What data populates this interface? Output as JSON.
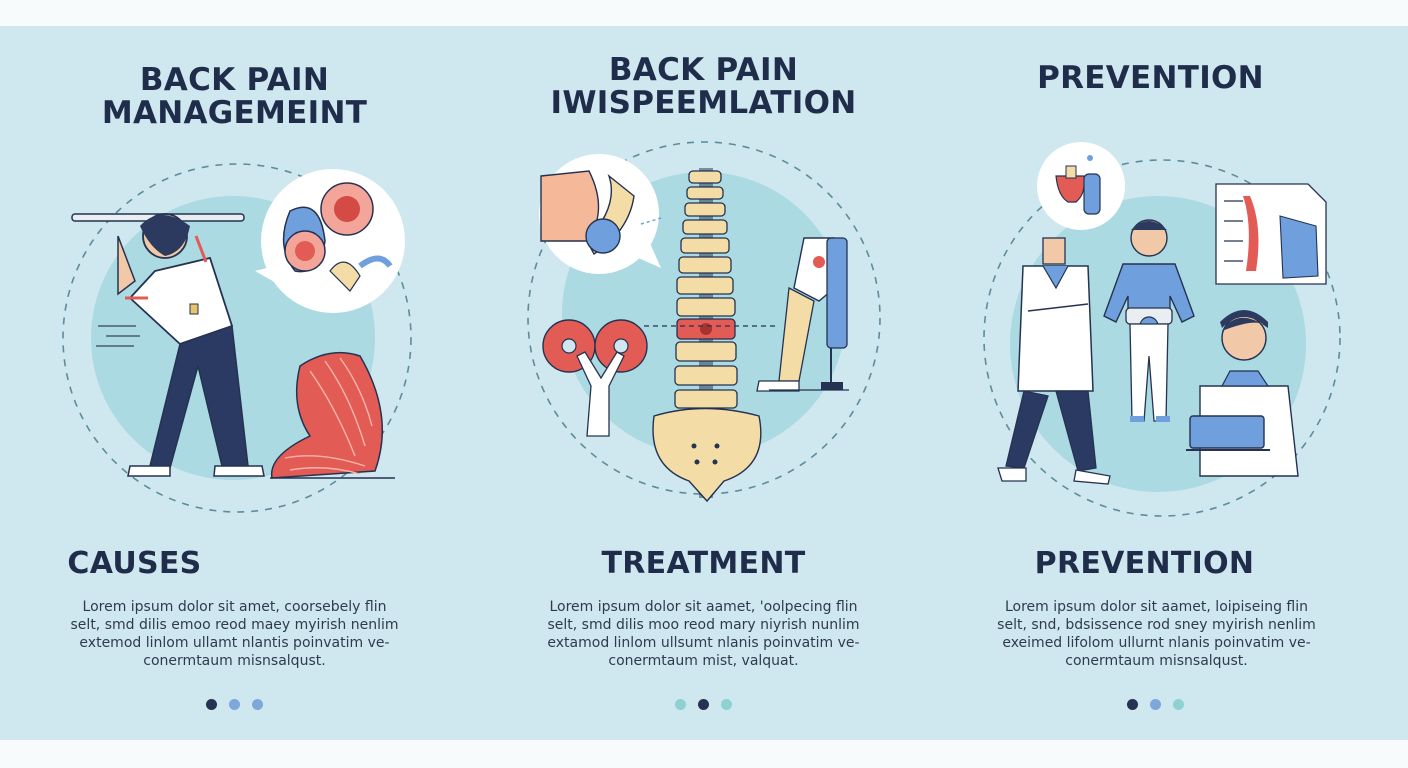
{
  "panels": [
    {
      "title_lines": [
        "BACK PAIN",
        "MANAGEMEINT"
      ],
      "section_title": "CAUSES",
      "body_lines": [
        "Lorem ipsum dolor sit amet, coorsebely flin",
        "selt, smd dilis emoo reod maey myirish nenlim",
        "extemod linlom ullamt nlantis poinvatim ve-",
        "conermtaum misnsalqust."
      ],
      "dots": [
        "#253251",
        "#7fa7d9",
        "#7fa7d9"
      ]
    },
    {
      "title_lines": [
        "BACK PAIN",
        "IWISPEEMLATION"
      ],
      "section_title": "TREATMENT",
      "body_lines": [
        "Lorem ipsum dolor sit aamet, 'oolpecing flin",
        "selt, smd dilis moo  reod mary niyrish nunlim",
        "extamod linlom ullsumt nlanis poinvatim ve-",
        "conermtaum mist, valquat."
      ],
      "dots": [
        "#8fd0d3",
        "#253251",
        "#8fd0d3"
      ]
    },
    {
      "title_lines": [
        "PREVENTION"
      ],
      "section_title": "PREVENTION",
      "body_lines": [
        "Lorem ipsum dolor  sit aamet, loipiseing flin",
        "selt, snd, bdsissence rod sney myirish nenlim",
        "exeimed lifolom ullurnt nlanis poinvatim ve-",
        "conermtaum misnsalqust."
      ],
      "dots": [
        "#253251",
        "#7fa7d9",
        "#8fd0d3"
      ]
    }
  ],
  "colors": {
    "background": "#cfe7ef",
    "circle": "#8ecfd8",
    "navy": "#253251",
    "muscle_red": "#e35b55",
    "bone": "#f3dca6",
    "blue": "#6f9fdc"
  }
}
